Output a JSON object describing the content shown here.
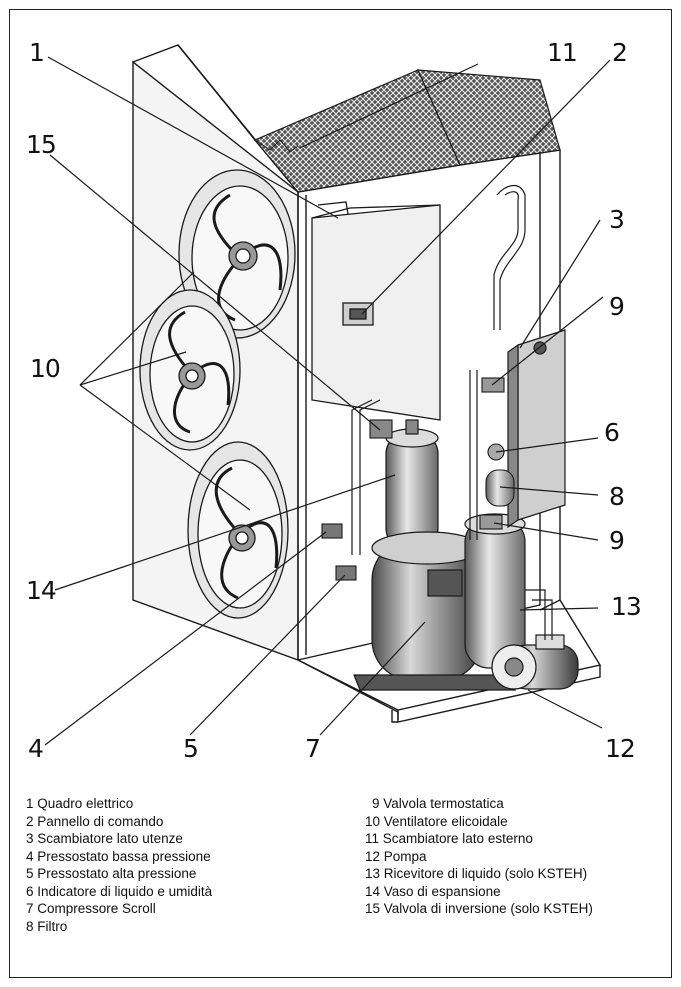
{
  "callouts": {
    "c1": "1",
    "c2": "2",
    "c3": "3",
    "c4": "4",
    "c5": "5",
    "c6": "6",
    "c7": "7",
    "c8": "8",
    "c9a": "9",
    "c9b": "9",
    "c10": "10",
    "c11": "11",
    "c12": "12",
    "c13": "13",
    "c14": "14",
    "c15": "15"
  },
  "legend": {
    "left": [
      "1 Quadro elettrico",
      "2 Pannello di comando",
      "3 Scambiatore lato utenze",
      "4 Pressostato bassa pressione",
      "5 Pressostato alta pressione",
      "6 Indicatore di liquido e umidità",
      "7 Compressore Scroll",
      "8 Filtro"
    ],
    "right": [
      "9 Valvola termostatica",
      "10  Ventilatore elicoidale",
      "11  Scambiatore lato esterno",
      "12  Pompa",
      "13  Ricevitore di liquido (solo KSTEH)",
      "14  Vaso di espansione",
      "15  Valvola di inversione (solo KSTEH)"
    ]
  },
  "colors": {
    "line": "#1a1a1a",
    "panel": "#f2f2f2",
    "shade": "#8a8a8a",
    "dark": "#3a3a3a"
  }
}
